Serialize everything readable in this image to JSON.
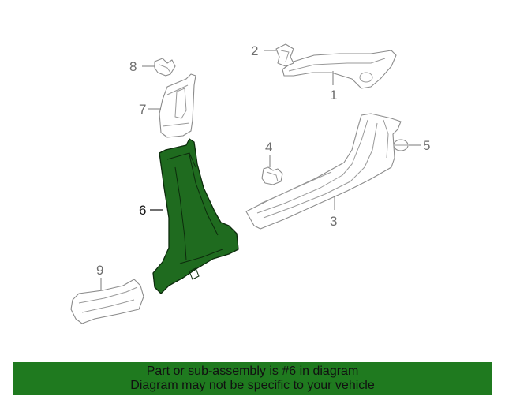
{
  "diagram": {
    "callouts": [
      "1",
      "2",
      "3",
      "4",
      "5",
      "6",
      "7",
      "8",
      "9"
    ],
    "highlighted_part": "6",
    "colors": {
      "highlight_fill": "#1f6b1f",
      "banner_background": "#1f7a1f",
      "line_art": "#8c8c8c"
    }
  },
  "banner": {
    "line1": "Part or sub-assembly is #6 in diagram",
    "line2": "Diagram may not be specific to your vehicle"
  }
}
